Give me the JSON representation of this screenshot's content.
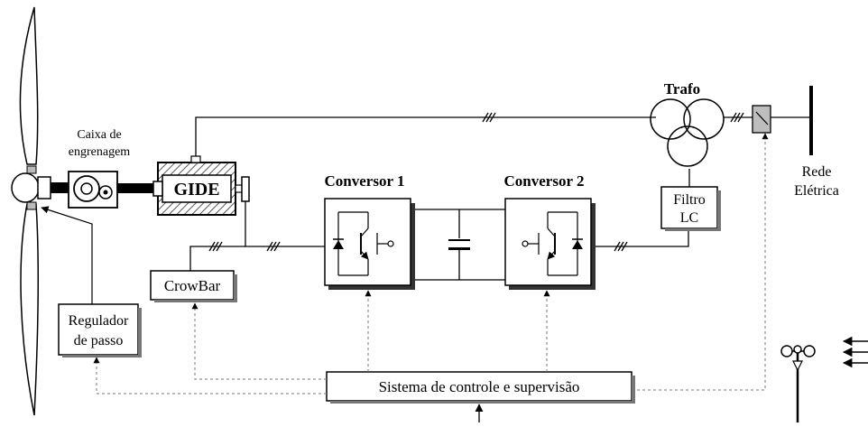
{
  "labels": {
    "gearbox_line1": "Caixa de",
    "gearbox_line2": "engrenagem",
    "generator": "GIDE",
    "converter1": "Conversor 1",
    "converter2": "Conversor 2",
    "transformer": "Trafo",
    "filter_line1": "Filtro",
    "filter_line2": "LC",
    "grid_line1": "Rede",
    "grid_line2": "Elétrica",
    "crowbar": "CrowBar",
    "pitch_line1": "Regulador",
    "pitch_line2": "de passo",
    "control": "Sistema de controle e supervisão"
  }
}
